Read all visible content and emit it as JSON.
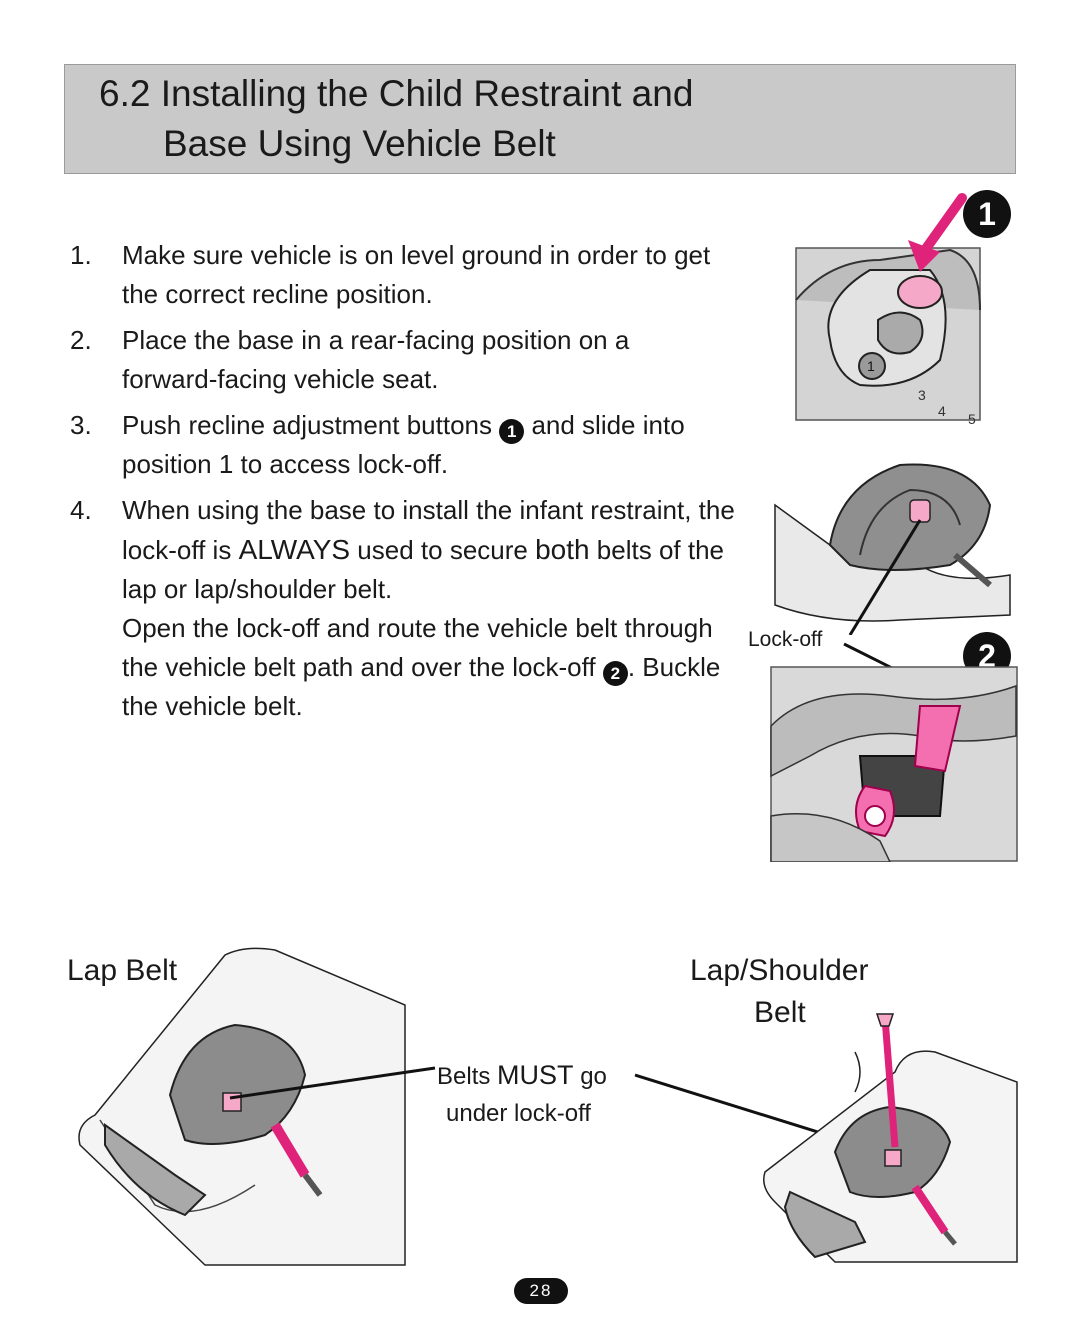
{
  "header": {
    "title_line1": "6.2 Installing the Child Restraint and",
    "title_line2": "Base Using Vehicle Belt"
  },
  "steps": [
    {
      "num": "1.",
      "text": "Make sure vehicle is on level ground in order to get the correct recline position."
    },
    {
      "num": "2.",
      "text": "Place the base in a rear-facing position on a forward-facing vehicle seat."
    },
    {
      "num": "3.",
      "text_a": "Push recline adjustment buttons ",
      "marker": "1",
      "text_b": " and slide into position 1 to access lock-off."
    },
    {
      "num": "4.",
      "text_a": "When using the base to install the infant restraint, the lock-off is ",
      "emph1": "ALWAYS",
      "text_b": " used to secure ",
      "emph2": "both",
      "text_c": " belts of the lap or lap/shoulder belt.",
      "text_d": "Open the lock-off and route the vehicle belt through the vehicle belt path and over the lock-off ",
      "marker": "2",
      "text_e": ". Buckle the vehicle belt."
    }
  ],
  "figures": {
    "callout1": "1",
    "callout2": "2",
    "lockoff_label": "Lock-off",
    "recline_digits": [
      "1",
      "3",
      "4",
      "5"
    ],
    "lap_belt_label": "Lap Belt",
    "lap_shoulder_label_1": "Lap/Shoulder",
    "lap_shoulder_label_2": "Belt",
    "belts_note_1a": "Belts ",
    "belts_note_1b": "MUST",
    "belts_note_1c": " go",
    "belts_note_2": "under lock-off"
  },
  "page_number": "28",
  "colors": {
    "header_bg": "#c9c9c9",
    "accent_pink": "#e0237a",
    "panel_gray": "#d9d9d9"
  }
}
